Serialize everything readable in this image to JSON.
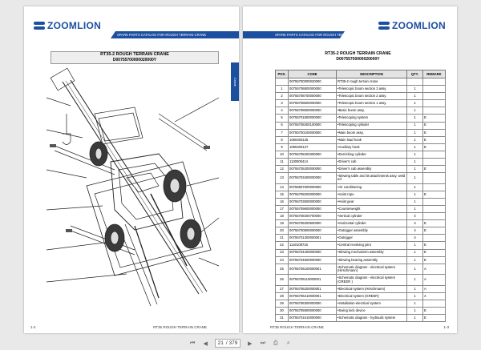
{
  "brand": {
    "logo_text": "ZOOMLION",
    "color": "#1d4fa0"
  },
  "left_page": {
    "header_banner": "SPARE PARTS CATALOG FOR ROUGH TERRAIN CRANE",
    "side_tab": "Crane",
    "title_line1": "RT35-2 ROUGH TERRAIN CRANE",
    "title_line2": "D00755700000020000Y",
    "page_number": "1-2",
    "footer_title": "RT35 ROUGH TERRAIN CRANE"
  },
  "right_page": {
    "header_banner": "SPARE PARTS CATALOG FOR ROUGH TERRAIN CRANE",
    "title_line1": "RT35-2 ROUGH TERRAIN CRANE",
    "title_line2": "D00755700000020000Y",
    "page_number": "1-3",
    "footer_title": "RT35 ROUGH TERRAIN CRANE"
  },
  "table": {
    "headers": [
      "POS.",
      "CODE",
      "DESCRIPTION",
      "QTY.",
      "REMARK"
    ],
    "rows": [
      {
        "pos": "",
        "code": "00755700000020000",
        "desc": "RT35-2 rough terrain crane",
        "qty": "",
        "remark": ""
      },
      {
        "pos": "1",
        "code": "00755708800000000",
        "desc": "•Telescopic boom section 3 assy.",
        "qty": "1",
        "remark": ""
      },
      {
        "pos": "2",
        "code": "00755708700000000",
        "desc": "•Telescopic boom section 2 assy.",
        "qty": "1",
        "remark": ""
      },
      {
        "pos": "3",
        "code": "00755708600000000",
        "desc": "•Telescopic boom section 1 assy.",
        "qty": "1",
        "remark": ""
      },
      {
        "pos": "4",
        "code": "00755708500000000",
        "desc": "•Basic boom assy.",
        "qty": "1",
        "remark": ""
      },
      {
        "pos": "5",
        "code": "00755701800000000",
        "desc": "•Telescoping system",
        "qty": "1",
        "remark": "E"
      },
      {
        "pos": "6",
        "code": "00755708400100000",
        "desc": "•Telescoping cylinder",
        "qty": "1",
        "remark": "E"
      },
      {
        "pos": "7",
        "code": "00755700100000000",
        "desc": "•Main boom assy.",
        "qty": "1",
        "remark": "E"
      },
      {
        "pos": "8",
        "code": "1060400125",
        "desc": "•Main load hook",
        "qty": "1",
        "remark": "E"
      },
      {
        "pos": "9",
        "code": "1090400127",
        "desc": "•Auxiliary hook",
        "qty": "1",
        "remark": "E"
      },
      {
        "pos": "10",
        "code": "00755708400300000",
        "desc": "•Derricking cylinder",
        "qty": "1",
        "remark": ""
      },
      {
        "pos": "11",
        "code": "1130000414",
        "desc": "•Driver's cab",
        "qty": "1",
        "remark": ""
      },
      {
        "pos": "12",
        "code": "00755705300000000",
        "desc": "•Driver's cab assembly",
        "qty": "1",
        "remark": "E"
      },
      {
        "pos": "13",
        "code": "00755703400000000",
        "desc": "•Slewing table and its attachments assy. weld ed",
        "qty": "1",
        "remark": ""
      },
      {
        "pos": "14",
        "code": "00755907600000000",
        "desc": "•Air conditioning",
        "qty": "1",
        "remark": ""
      },
      {
        "pos": "15",
        "code": "00755708200000000",
        "desc": "•Hoist rope",
        "qty": "1",
        "remark": "E"
      },
      {
        "pos": "16",
        "code": "00755703500000000",
        "desc": "•Hoist gear",
        "qty": "1",
        "remark": ""
      },
      {
        "pos": "17",
        "code": "00755709600000000",
        "desc": "•Counterweight",
        "qty": "1",
        "remark": ""
      },
      {
        "pos": "18",
        "code": "00755708400700000",
        "desc": "•Vertical cylinder",
        "qty": "4",
        "remark": ""
      },
      {
        "pos": "19",
        "code": "00755708400500000",
        "desc": "•Horizontal cylinder",
        "qty": "4",
        "remark": "E"
      },
      {
        "pos": "20",
        "code": "00755700800000000",
        "desc": "•Outrigger assembly",
        "qty": "4",
        "remark": "E"
      },
      {
        "pos": "21",
        "code": "00755701300000001",
        "desc": "•Outrigger",
        "qty": "4",
        "remark": ""
      },
      {
        "pos": "22",
        "code": "1140108716",
        "desc": "•Central revolving joint",
        "qty": "1",
        "remark": "E"
      },
      {
        "pos": "23",
        "code": "00755704400000000",
        "desc": "•Slewing mechanism assembly",
        "qty": "1",
        "remark": "E"
      },
      {
        "pos": "24",
        "code": "00755704500000000",
        "desc": "•Slewing bearing assembly",
        "qty": "1",
        "remark": "E"
      },
      {
        "pos": "25",
        "code": "00755706100000001",
        "desc": "•Schematic diagram - electrical system (Hirschmann)",
        "qty": "1",
        "remark": "A"
      },
      {
        "pos": "26",
        "code": "00755706110000001",
        "desc": "•Schematic diagram - electrical system (GREER )",
        "qty": "1",
        "remark": "A"
      },
      {
        "pos": "27",
        "code": "00755706200000001",
        "desc": "•Electrical system (Hirschmann)",
        "qty": "1",
        "remark": "A"
      },
      {
        "pos": "28",
        "code": "00755706210000001",
        "desc": "•Electrical system (GREER)",
        "qty": "1",
        "remark": "A"
      },
      {
        "pos": "29",
        "code": "00755706300000000",
        "desc": "•Installation-electrical system",
        "qty": "1",
        "remark": ""
      },
      {
        "pos": "30",
        "code": "00755705900000000",
        "desc": "•Swing lock device",
        "qty": "1",
        "remark": "E"
      },
      {
        "pos": "31",
        "code": "00755701510000000",
        "desc": "•Schematic diagram - hydraulic system",
        "qty": "1",
        "remark": "E"
      }
    ]
  },
  "viewer": {
    "current_page": "21",
    "total_pages": "/ 379",
    "icons": [
      "first-page-icon",
      "prev-page-icon",
      "next-page-icon",
      "last-page-icon",
      "print-icon",
      "zoom-icon"
    ]
  }
}
